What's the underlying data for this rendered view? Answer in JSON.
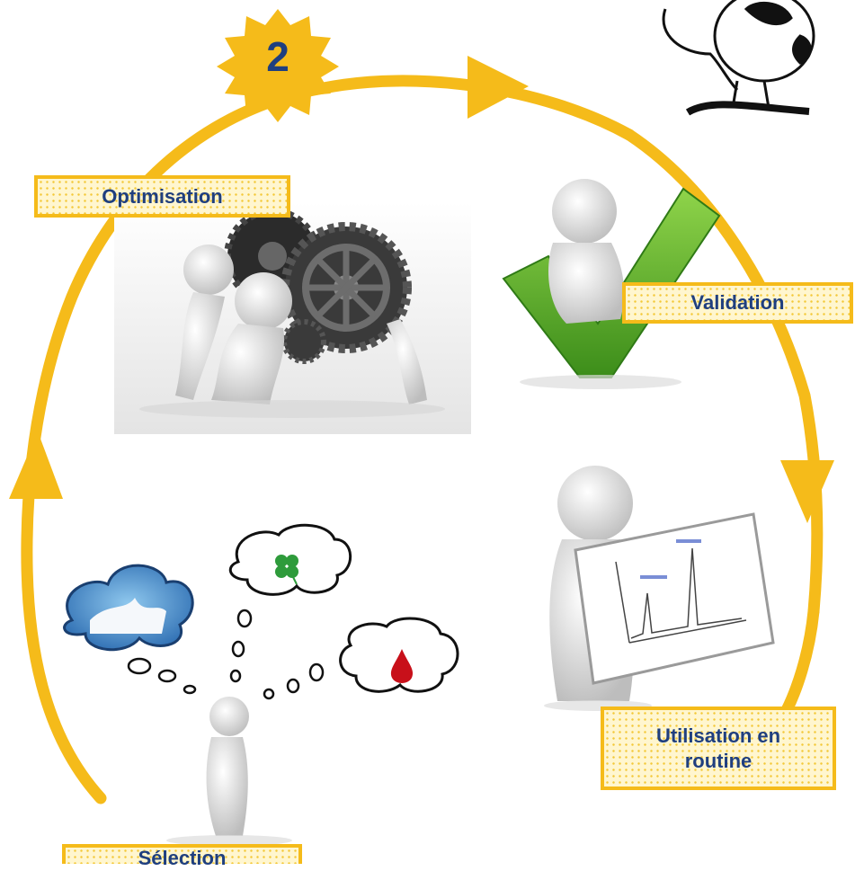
{
  "badge": {
    "number": "2"
  },
  "steps": {
    "optimisation": "Optimisation",
    "validation": "Validation",
    "utilisation": "Utilisation en routine",
    "selection": "Sélection"
  },
  "icons": [
    "gears-team-icon",
    "check-mark-figure-icon",
    "chromatogram-board-icon",
    "thinking-figure-icon",
    "cow-logo-icon",
    "clover-icon",
    "blood-drop-icon",
    "milk-splash-icon"
  ],
  "colors": {
    "cycle": "#f5bb1a",
    "label_border": "#f5bb1a",
    "label_fill": "#fff6cf",
    "label_text": "#1f3f7f",
    "check": "#5ab52a",
    "gear": "#3a3a3a"
  }
}
